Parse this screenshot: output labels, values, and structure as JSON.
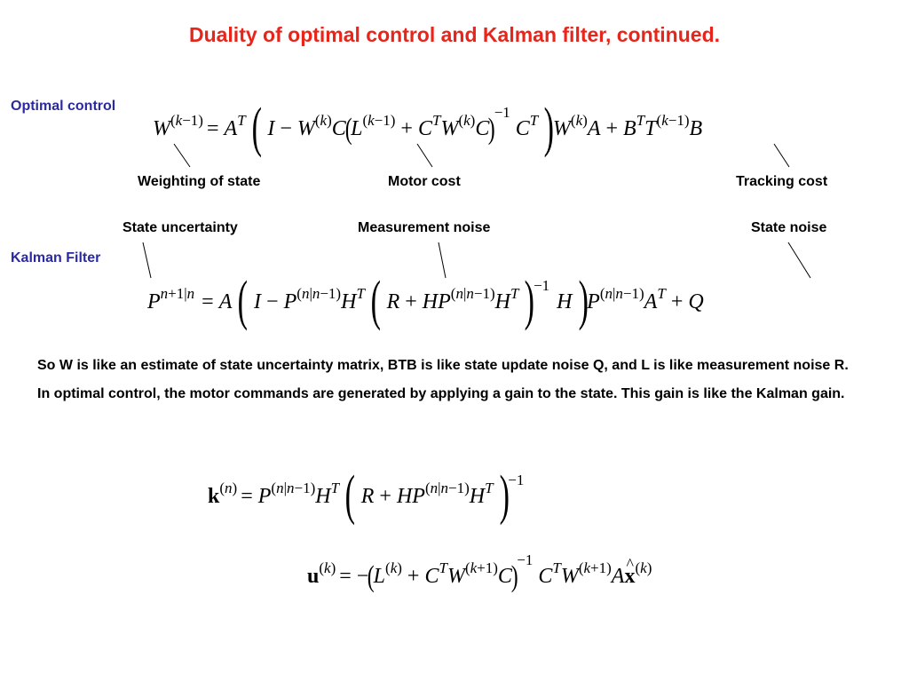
{
  "slide": {
    "title": "Duality of optimal control and Kalman filter, continued."
  },
  "optimal_control": {
    "section_label": "Optimal control",
    "labels": {
      "weighting": "Weighting of state",
      "motor": "Motor cost",
      "tracking": "Tracking cost"
    }
  },
  "kalman_filter": {
    "section_label": "Kalman Filter",
    "labels": {
      "state_uncertainty": "State uncertainty",
      "measurement_noise": "Measurement noise",
      "state_noise": "State noise"
    }
  },
  "text": {
    "para1": "So W is like an estimate of state uncertainty matrix, BTB is like state update noise Q, and L is like measurement noise R.",
    "para2": "In optimal control, the motor commands are generated by applying a gain to the state.  This gain is like the Kalman gain."
  },
  "colors": {
    "title": "#e8251a",
    "section": "#2a2a9e",
    "text": "#000000"
  }
}
